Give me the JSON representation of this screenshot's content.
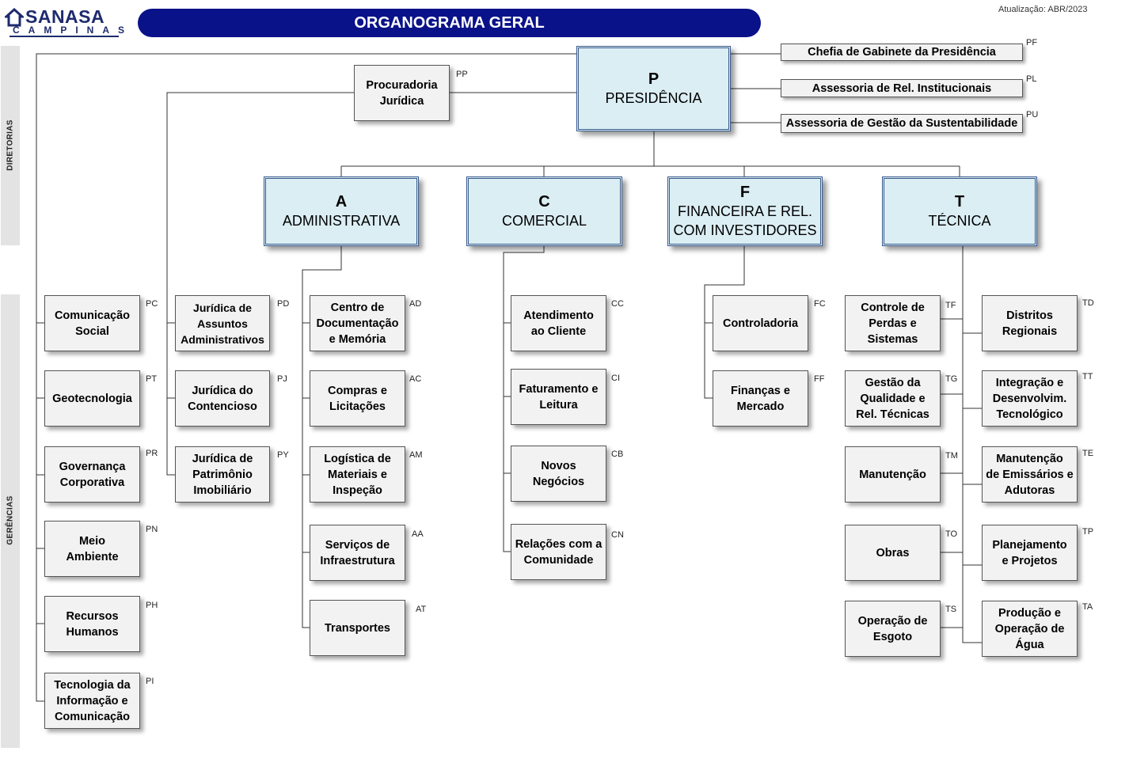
{
  "header": {
    "logo_name": "SANASA",
    "logo_sub": "CAMPINAS",
    "title": "ORGANOGRAMA GERAL",
    "update": "Atualização: ABR/2023"
  },
  "side_labels": {
    "top": "DIRETORIAS",
    "bottom": "GERÊNCIAS"
  },
  "presidencia": {
    "code": "P",
    "name": "PRESIDÊNCIA"
  },
  "staff": [
    {
      "label": "Chefia de Gabinete da Presidência",
      "code": "PF"
    },
    {
      "label": "Assessoria de Rel. Institucionais",
      "code": "PL"
    },
    {
      "label": "Assessoria de Gestão da Sustentabilidade",
      "code": "PU"
    }
  ],
  "procuradoria": {
    "label": "Procuradoria\nJurídica",
    "code": "PP"
  },
  "directorates": [
    {
      "code": "A",
      "name": "ADMINISTRATIVA"
    },
    {
      "code": "C",
      "name": "COMERCIAL"
    },
    {
      "code": "F",
      "name": "FINANCEIRA E REL.\nCOM INVESTIDORES"
    },
    {
      "code": "T",
      "name": "TÉCNICA"
    }
  ],
  "col_pres": [
    {
      "label": "Comunicação\nSocial",
      "code": "PC"
    },
    {
      "label": "Geotecnologia",
      "code": "PT"
    },
    {
      "label": "Governança\nCorporativa",
      "code": "PR"
    },
    {
      "label": "Meio\nAmbiente",
      "code": "PN"
    },
    {
      "label": "Recursos\nHumanos",
      "code": "PH"
    },
    {
      "label": "Tecnologia da\nInformação e\nComunicação",
      "code": "PI"
    }
  ],
  "col_jur": [
    {
      "label": "Jurídica de\nAssuntos\nAdministrativos",
      "code": "PD"
    },
    {
      "label": "Jurídica do\nContencioso",
      "code": "PJ"
    },
    {
      "label": "Jurídica de\nPatrimônio\nImobiliário",
      "code": "PY"
    }
  ],
  "col_adm": [
    {
      "label": "Centro de\nDocumentação\ne Memória",
      "code": "AD"
    },
    {
      "label": "Compras e\nLicitações",
      "code": "AC"
    },
    {
      "label": "Logística de\nMateriais e\nInspeção",
      "code": "AM"
    },
    {
      "label": "Serviços de\nInfraestrutura",
      "code": "AA"
    },
    {
      "label": "Transportes",
      "code": "AT"
    }
  ],
  "col_com": [
    {
      "label": "Atendimento\nao Cliente",
      "code": "CC"
    },
    {
      "label": "Faturamento e\nLeitura",
      "code": "CI"
    },
    {
      "label": "Novos\nNegócios",
      "code": "CB"
    },
    {
      "label": "Relações com a\nComunidade",
      "code": "CN"
    }
  ],
  "col_fin": [
    {
      "label": "Controladoria",
      "code": "FC"
    },
    {
      "label": "Finanças e\nMercado",
      "code": "FF"
    }
  ],
  "col_tec_left": [
    {
      "label": "Controle de\nPerdas e\nSistemas",
      "code": "TF"
    },
    {
      "label": "Gestão da\nQualidade e\nRel. Técnicas",
      "code": "TG"
    },
    {
      "label": "Manutenção",
      "code": "TM"
    },
    {
      "label": "Obras",
      "code": "TO"
    },
    {
      "label": "Operação de\nEsgoto",
      "code": "TS"
    }
  ],
  "col_tec_right": [
    {
      "label": "Distritos\nRegionais",
      "code": "TD"
    },
    {
      "label": "Integração e\nDesenvolvim.\nTecnológico",
      "code": "TT"
    },
    {
      "label": "Manutenção\nde Emissários e\nAdutoras",
      "code": "TE"
    },
    {
      "label": "Planejamento\ne Projetos",
      "code": "TP"
    },
    {
      "label": "Produção e\nOperação de\nÁgua",
      "code": "TA"
    }
  ]
}
